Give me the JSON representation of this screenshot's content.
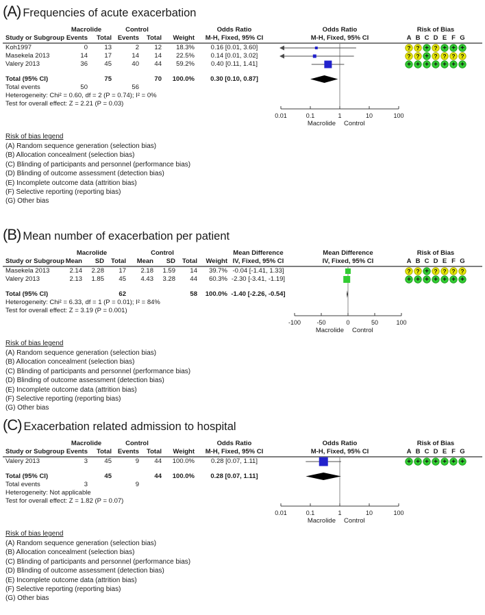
{
  "colors": {
    "marker_blue": "#2222CC",
    "marker_green": "#33CC33",
    "rob_yes_fill": "#33CC33",
    "rob_yes_stroke": "#1F9E1F",
    "rob_unclear_fill": "#E6E600",
    "rob_unclear_stroke": "#ABAB00",
    "diamond": "#000000",
    "ci_line": "#4d4d4d",
    "axis_line": "#3c3c3c",
    "no_effect_line": "#888888"
  },
  "rob_legend": {
    "title": "Risk of bias legend",
    "items": [
      "(A) Random sequence generation (selection bias)",
      "(B) Allocation concealment (selection bias)",
      "(C) Blinding of participants and personnel (performance bias)",
      "(D) Blinding of outcome assessment (detection bias)",
      "(E) Incomplete outcome data (attrition bias)",
      "(F) Selective reporting (reporting bias)",
      "(G) Other bias"
    ]
  },
  "chart_data": [
    {
      "type": "scatter",
      "subtype": "forest_plot",
      "panel_label": "(A)",
      "title": "Frequencies of acute exacerbation",
      "measure": "or",
      "marker_color": "#2222CC",
      "headers": {
        "study": "Study or Subgroup",
        "group1": "Macrolide",
        "group2": "Control",
        "group_cols": [
          "Events",
          "Total"
        ],
        "weight": "Weight",
        "effect": "Odds Ratio",
        "effect_sub": "M-H, Fixed, 95% CI",
        "rob_title": "Risk of Bias",
        "rob_letters": [
          "A",
          "B",
          "C",
          "D",
          "E",
          "F",
          "G"
        ]
      },
      "studies": [
        {
          "name": "Koh1997",
          "cols": [
            "0",
            "13",
            "2",
            "12"
          ],
          "weight": "18.3%",
          "ci_text": "0.16 [0.01, 3.60]",
          "est": 0.16,
          "lo": 0.01,
          "hi": 3.6,
          "clip_lo": true,
          "msize": 4,
          "rob": [
            "?",
            "?",
            "+",
            "?",
            "+",
            "+",
            "+"
          ]
        },
        {
          "name": "Masekela 2013",
          "cols": [
            "14",
            "17",
            "14",
            "14"
          ],
          "weight": "22.5%",
          "ci_text": "0.14 [0.01, 3.02]",
          "est": 0.14,
          "lo": 0.01,
          "hi": 3.02,
          "clip_lo": true,
          "msize": 5,
          "rob": [
            "?",
            "?",
            "+",
            "?",
            "?",
            "?",
            "?"
          ]
        },
        {
          "name": "Valery 2013",
          "cols": [
            "36",
            "45",
            "40",
            "44"
          ],
          "weight": "59.2%",
          "ci_text": "0.40 [0.11, 1.41]",
          "est": 0.4,
          "lo": 0.11,
          "hi": 1.41,
          "clip_lo": false,
          "msize": 11,
          "rob": [
            "+",
            "+",
            "+",
            "+",
            "+",
            "+",
            "+"
          ]
        }
      ],
      "total": {
        "label": "Total (95% CI)",
        "n1": "75",
        "n2": "70",
        "weight": "100.0%",
        "ci_text": "0.30 [0.10, 0.87]",
        "est": 0.3,
        "lo": 0.1,
        "hi": 0.87
      },
      "total_events": {
        "label": "Total events",
        "v1": "50",
        "v2": "56"
      },
      "heterogeneity": "Heterogeneity: Chi² = 0.60, df = 2 (P = 0.74); I² = 0%",
      "overall_test": "Test for overall effect: Z = 2.21 (P = 0.03)",
      "axis": {
        "scale": "log10",
        "ticks": [
          0.01,
          0.1,
          1,
          10,
          100
        ],
        "tick_labels": [
          "0.01",
          "0.1",
          "1",
          "10",
          "100"
        ],
        "favors_left": "Macrolide",
        "favors_right": "Control"
      }
    },
    {
      "type": "scatter",
      "subtype": "forest_plot",
      "panel_label": "(B)",
      "title": "Mean number of exacerbation per patient",
      "measure": "md",
      "marker_color": "#33CC33",
      "headers": {
        "study": "Study or Subgroup",
        "group1": "Macrolide",
        "group2": "Control",
        "group_cols": [
          "Mean",
          "SD",
          "Total"
        ],
        "weight": "Weight",
        "effect": "Mean Difference",
        "effect_sub": "IV, Fixed, 95% CI",
        "rob_title": "Risk of Bias",
        "rob_letters": [
          "A",
          "B",
          "C",
          "D",
          "E",
          "F",
          "G"
        ]
      },
      "studies": [
        {
          "name": "Masekela 2013",
          "cols": [
            "2.14",
            "2.28",
            "17",
            "2.18",
            "1.59",
            "14"
          ],
          "weight": "39.7%",
          "ci_text": "-0.04 [-1.41, 1.33]",
          "est": -0.04,
          "lo": -1.41,
          "hi": 1.33,
          "clip_lo": false,
          "msize": 8,
          "rob": [
            "?",
            "?",
            "+",
            "?",
            "?",
            "?",
            "?"
          ]
        },
        {
          "name": "Valery 2013",
          "cols": [
            "2.13",
            "1.85",
            "45",
            "4.43",
            "3.28",
            "44"
          ],
          "weight": "60.3%",
          "ci_text": "-2.30 [-3.41, -1.19]",
          "est": -2.3,
          "lo": -3.41,
          "hi": -1.19,
          "clip_lo": false,
          "msize": 10,
          "rob": [
            "+",
            "+",
            "+",
            "+",
            "+",
            "+",
            "+"
          ]
        }
      ],
      "total": {
        "label": "Total (95% CI)",
        "n1": "62",
        "n2": "58",
        "weight": "100.0%",
        "ci_text": "-1.40 [-2.26, -0.54]",
        "est": -1.4,
        "lo": -2.26,
        "hi": -0.54
      },
      "total_events": null,
      "heterogeneity": "Heterogeneity: Chi² = 6.33, df = 1 (P = 0.01); I² = 84%",
      "overall_test": "Test for overall effect: Z = 3.19 (P = 0.001)",
      "axis": {
        "scale": "linear",
        "ticks": [
          -100,
          -50,
          0,
          50,
          100
        ],
        "tick_labels": [
          "-100",
          "-50",
          "0",
          "50",
          "100"
        ],
        "favors_left": "Macrolide",
        "favors_right": "Control"
      }
    },
    {
      "type": "scatter",
      "subtype": "forest_plot",
      "panel_label": "(C)",
      "title": "Exacerbation related admission to hospital",
      "measure": "or",
      "marker_color": "#2222CC",
      "headers": {
        "study": "Study or Subgroup",
        "group1": "Macrolide",
        "group2": "Control",
        "group_cols": [
          "Events",
          "Total"
        ],
        "weight": "Weight",
        "effect": "Odds Ratio",
        "effect_sub": "M-H, Fixed, 95% CI",
        "rob_title": "Risk of Bias",
        "rob_letters": [
          "A",
          "B",
          "C",
          "D",
          "E",
          "F",
          "G"
        ]
      },
      "studies": [
        {
          "name": "Valery 2013",
          "cols": [
            "3",
            "45",
            "9",
            "44"
          ],
          "weight": "100.0%",
          "ci_text": "0.28 [0.07, 1.11]",
          "est": 0.28,
          "lo": 0.07,
          "hi": 1.11,
          "clip_lo": false,
          "msize": 13,
          "rob": [
            "+",
            "+",
            "+",
            "+",
            "+",
            "+",
            "+"
          ]
        }
      ],
      "total": {
        "label": "Total (95% CI)",
        "n1": "45",
        "n2": "44",
        "weight": "100.0%",
        "ci_text": "0.28 [0.07, 1.11]",
        "est": 0.28,
        "lo": 0.07,
        "hi": 1.11
      },
      "total_events": {
        "label": "Total events",
        "v1": "3",
        "v2": "9"
      },
      "heterogeneity": "Heterogeneity: Not applicable",
      "overall_test": "Test for overall effect: Z = 1.82 (P = 0.07)",
      "axis": {
        "scale": "log10",
        "ticks": [
          0.01,
          0.1,
          1,
          10,
          100
        ],
        "tick_labels": [
          "0.01",
          "0.1",
          "1",
          "10",
          "100"
        ],
        "favors_left": "Macrolide",
        "favors_right": "Control"
      }
    }
  ]
}
